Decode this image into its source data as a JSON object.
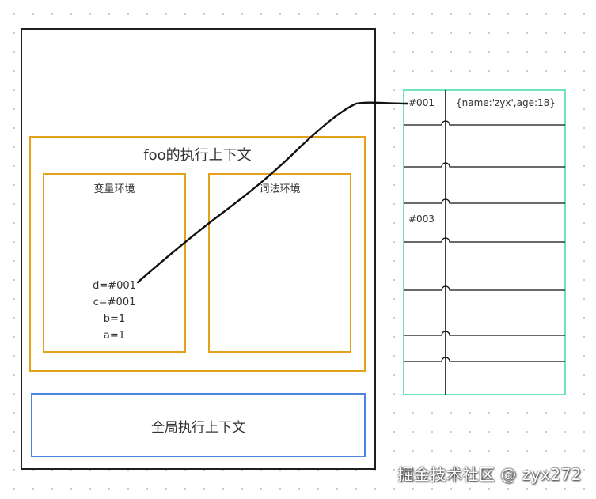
{
  "foo_context": {
    "title": "foo的执行上下文",
    "variable_environment": {
      "title": "变量环境",
      "entries": [
        "d=#001",
        "c=#001",
        "b=1",
        "a=1"
      ]
    },
    "lexical_environment": {
      "title": "词法环境"
    }
  },
  "global_context": {
    "title": "全局执行上下文"
  },
  "heap": {
    "rows": [
      {
        "address": "#001",
        "value": "{name:'zyx',age:18}"
      },
      {
        "address": "#003",
        "value": ""
      }
    ]
  },
  "watermark": "掘金技术社区 @ zyx272",
  "colors": {
    "stack_border": "#1e1e1e",
    "context_border": "#e3a21a",
    "global_border": "#4a86e0",
    "heap_border": "#6ee2bf",
    "pointer_line": "#111111"
  }
}
